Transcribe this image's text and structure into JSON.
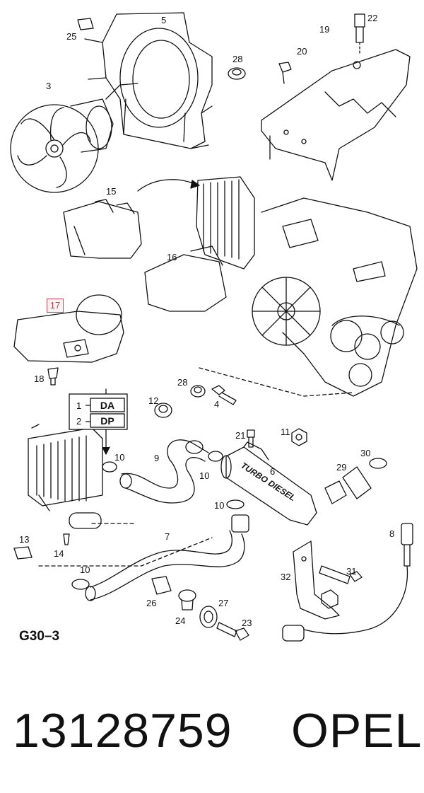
{
  "diagram": {
    "code": "G30–3",
    "highlighted_callout": "17",
    "variant_box": {
      "rows": [
        {
          "index": "1",
          "label": "DA"
        },
        {
          "index": "2",
          "label": "DP"
        }
      ]
    },
    "housing_text": "TURBO DIESEL",
    "callouts": {
      "c3": "3",
      "c4": "4",
      "c5": "5",
      "c6": "6",
      "c7": "7",
      "c8": "8",
      "c9": "9",
      "c10a": "10",
      "c10b": "10",
      "c10c": "10",
      "c10d": "10",
      "c11": "11",
      "c12": "12",
      "c13": "13",
      "c14": "14",
      "c15": "15",
      "c16": "16",
      "c18": "18",
      "c19": "19",
      "c20": "20",
      "c21": "21",
      "c22": "22",
      "c23": "23",
      "c24": "24",
      "c25": "25",
      "c26": "26",
      "c27": "27",
      "c28a": "28",
      "c28b": "28",
      "c29": "29",
      "c30": "30",
      "c31": "31",
      "c32": "32"
    }
  },
  "footer": {
    "part_number": "13128759",
    "brand": "OPEL"
  }
}
